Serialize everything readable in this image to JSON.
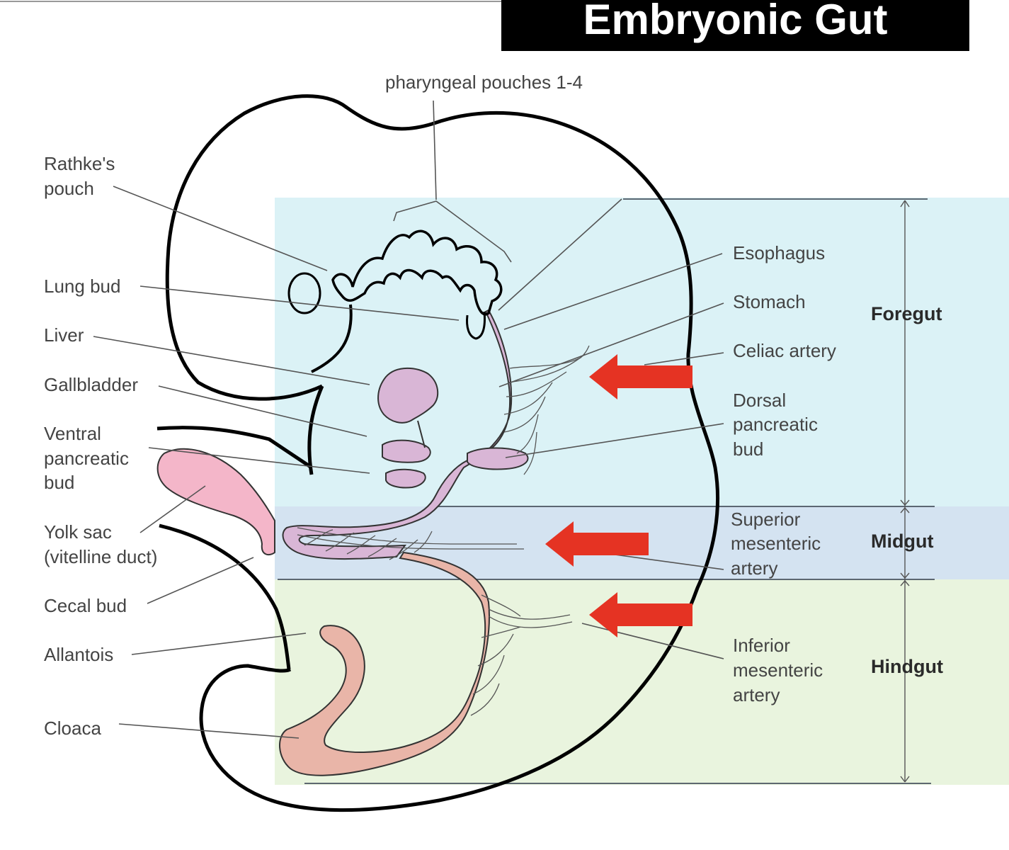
{
  "title": "Embryonic Gut",
  "colors": {
    "foregut_band": "#dbf2f6",
    "midgut_band": "#d4e3f1",
    "hindgut_band": "#e9f4de",
    "foregut_organs": "#d9b6d6",
    "yolk_sac": "#f4b6c9",
    "hindgut_organs": "#e9b5a8",
    "arrow": "#e53323",
    "outline": "#000000"
  },
  "labels": {
    "pharyngeal": "pharyngeal pouches 1-4",
    "rathke_1": "Rathke's",
    "rathke_2": "pouch",
    "lung_bud": "Lung bud",
    "liver": "Liver",
    "gallbladder": "Gallbladder",
    "ventral_1": "Ventral",
    "ventral_2": "pancreatic",
    "ventral_3": "bud",
    "yolk_1": "Yolk sac",
    "yolk_2": "(vitelline duct)",
    "cecal_bud": "Cecal bud",
    "allantois": "Allantois",
    "cloaca": "Cloaca",
    "esophagus": "Esophagus",
    "stomach": "Stomach",
    "celiac": "Celiac artery",
    "dorsal_1": "Dorsal",
    "dorsal_2": "pancreatic",
    "dorsal_3": "bud",
    "sma_1": "Superior",
    "sma_2": "mesenteric",
    "sma_3": "artery",
    "ima_1": "Inferior",
    "ima_2": "mesenteric",
    "ima_3": "artery"
  },
  "regions": {
    "foregut": "Foregut",
    "midgut": "Midgut",
    "hindgut": "Hindgut"
  }
}
